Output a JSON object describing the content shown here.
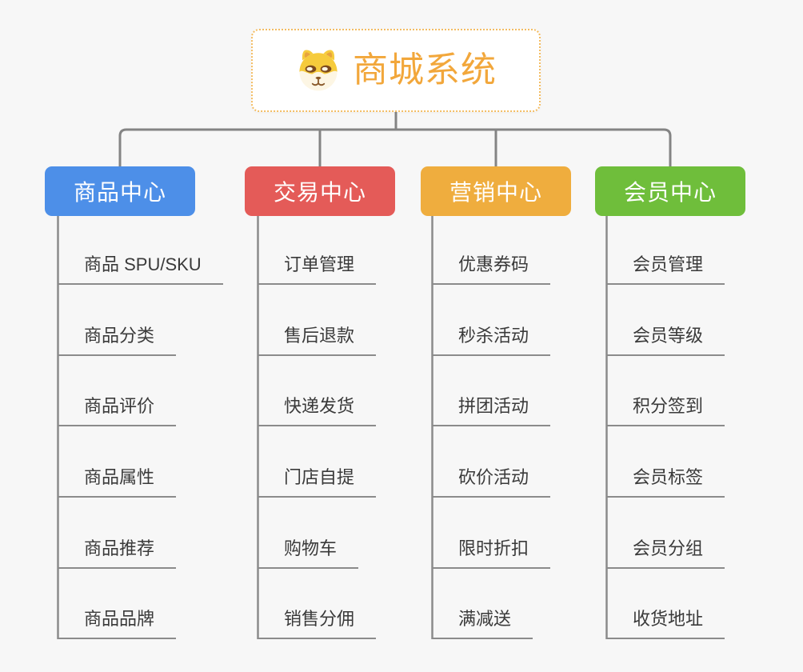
{
  "canvas": {
    "background": "#F7F7F7"
  },
  "root": {
    "title": "商城系统",
    "icon": "shiba-dog-icon",
    "title_color": "#F2A73B",
    "border_color": "#F3BC62"
  },
  "branches": [
    {
      "label": "商品中心",
      "color": "#4D8FE8",
      "items": [
        "商品 SPU/SKU",
        "商品分类",
        "商品评价",
        "商品属性",
        "商品推荐",
        "商品品牌"
      ]
    },
    {
      "label": "交易中心",
      "color": "#E45B58",
      "items": [
        "订单管理",
        "售后退款",
        "快递发货",
        "门店自提",
        "购物车",
        "销售分佣"
      ]
    },
    {
      "label": "营销中心",
      "color": "#EFAD3E",
      "items": [
        "优惠券码",
        "秒杀活动",
        "拼团活动",
        "砍价活动",
        "限时折扣",
        "满减送"
      ]
    },
    {
      "label": "会员中心",
      "color": "#6FBE3B",
      "items": [
        "会员管理",
        "会员等级",
        "积分签到",
        "会员标签",
        "会员分组",
        "收货地址"
      ]
    }
  ],
  "connector_color": "#848484",
  "underline_color": "#8B8B8B",
  "text_color": "#3A3A3A"
}
